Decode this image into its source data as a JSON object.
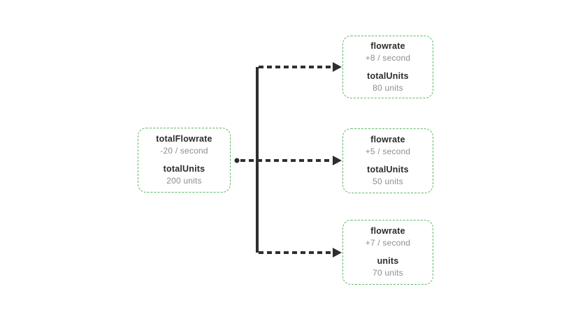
{
  "diagram": {
    "type": "flow-diagram",
    "colors": {
      "node_background": "#ffffff",
      "node_border_green": "#5cb863",
      "edge_dark": "#2f2f2f",
      "label_text": "#2b2b2b",
      "value_text": "#8e8e8e"
    },
    "nodes": {
      "source": {
        "fields": [
          {
            "label": "totalFlowrate",
            "value": "-20 / second"
          },
          {
            "label": "totalUnits",
            "value": "200 units"
          }
        ]
      },
      "target_top": {
        "fields": [
          {
            "label": "flowrate",
            "value": "+8 / second"
          },
          {
            "label": "totalUnits",
            "value": "80 units"
          }
        ]
      },
      "target_middle": {
        "fields": [
          {
            "label": "flowrate",
            "value": "+5 / second"
          },
          {
            "label": "totalUnits",
            "value": "50 units"
          }
        ]
      },
      "target_bottom": {
        "fields": [
          {
            "label": "flowrate",
            "value": "+7 / second"
          },
          {
            "label": "units",
            "value": "70 units"
          }
        ]
      }
    }
  }
}
